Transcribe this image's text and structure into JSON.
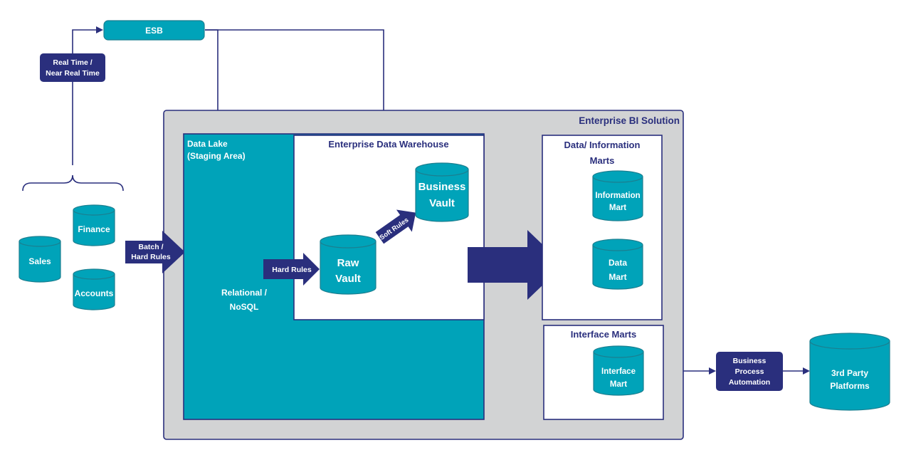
{
  "colors": {
    "navy": "#2a2f7d",
    "teal": "#00a3b9",
    "teal_dark": "#1b7f90",
    "panel_gray": "#d2d3d4",
    "white": "#ffffff"
  },
  "esb": {
    "label": "ESB"
  },
  "realtime": {
    "line1": "Real Time /",
    "line2": "Near Real Time"
  },
  "sources": {
    "sales": "Sales",
    "finance": "Finance",
    "accounts": "Accounts"
  },
  "batch": {
    "line1": "Batch /",
    "line2": "Hard Rules"
  },
  "solution": {
    "title": "Enterprise BI Solution"
  },
  "data_lake": {
    "line1": "Data Lake",
    "line2": "(Staging Area)",
    "tech1": "Relational /",
    "tech2": "NoSQL"
  },
  "edw": {
    "title": "Enterprise Data Warehouse",
    "hard_rules": "Hard Rules",
    "soft_rules": "Soft Rules",
    "raw_vault1": "Raw",
    "raw_vault2": "Vault",
    "business_vault1": "Business",
    "business_vault2": "Vault"
  },
  "marts": {
    "title1": "Data/ Information",
    "title2": "Marts",
    "info1": "Information",
    "info2": "Mart",
    "data1": "Data",
    "data2": "Mart"
  },
  "interface_marts": {
    "title": "Interface Marts",
    "item1": "Interface",
    "item2": "Mart"
  },
  "bpa": {
    "line1": "Business",
    "line2": "Process",
    "line3": "Automation"
  },
  "third_party": {
    "line1": "3rd Party",
    "line2": "Platforms"
  }
}
